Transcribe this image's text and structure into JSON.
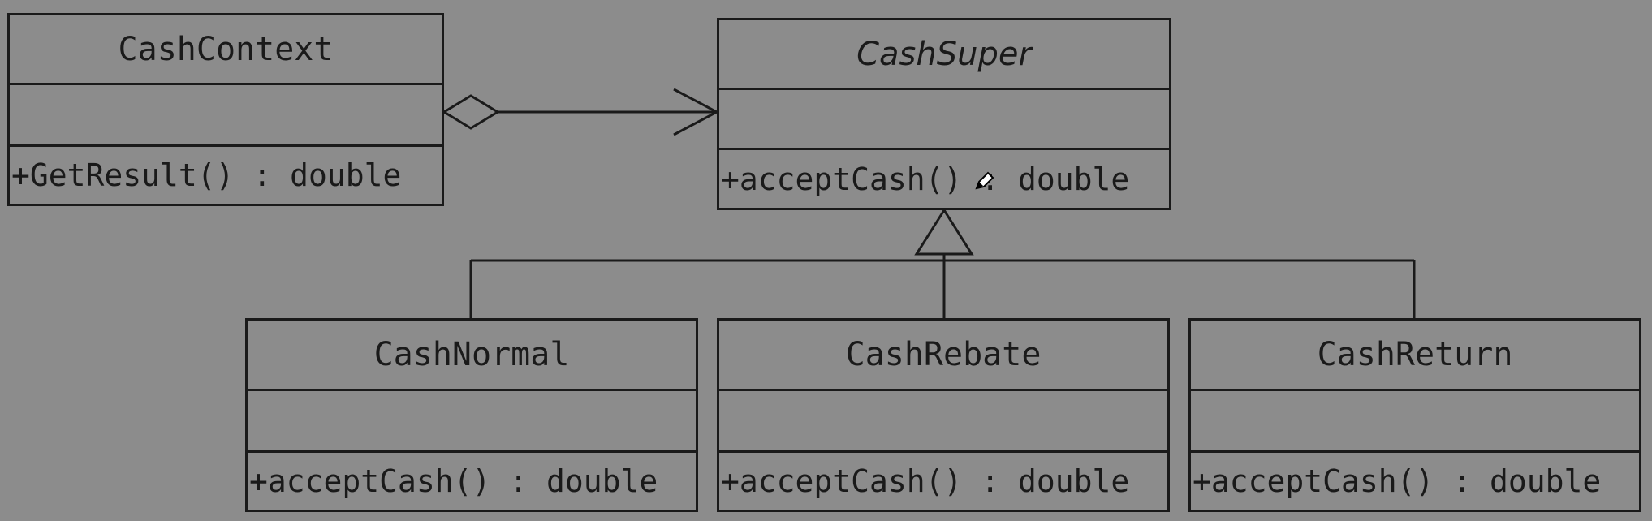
{
  "diagram": {
    "classes": {
      "cash_context": {
        "name": "CashContext",
        "operation": "+GetResult() : double"
      },
      "cash_super": {
        "name": "CashSuper",
        "operation": "+acceptCash() : double",
        "abstract": true
      },
      "cash_normal": {
        "name": "CashNormal",
        "operation": "+acceptCash() : double"
      },
      "cash_rebate": {
        "name": "CashRebate",
        "operation": "+acceptCash() : double"
      },
      "cash_return": {
        "name": "CashReturn",
        "operation": "+acceptCash() : double"
      }
    },
    "relationships": [
      {
        "type": "aggregation",
        "from": "CashContext",
        "to": "CashSuper"
      },
      {
        "type": "generalization",
        "from": "CashNormal",
        "to": "CashSuper"
      },
      {
        "type": "generalization",
        "from": "CashRebate",
        "to": "CashSuper"
      },
      {
        "type": "generalization",
        "from": "CashReturn",
        "to": "CashSuper"
      }
    ]
  },
  "colors": {
    "background": "#8c8c8c",
    "line": "#1a1a1a"
  }
}
